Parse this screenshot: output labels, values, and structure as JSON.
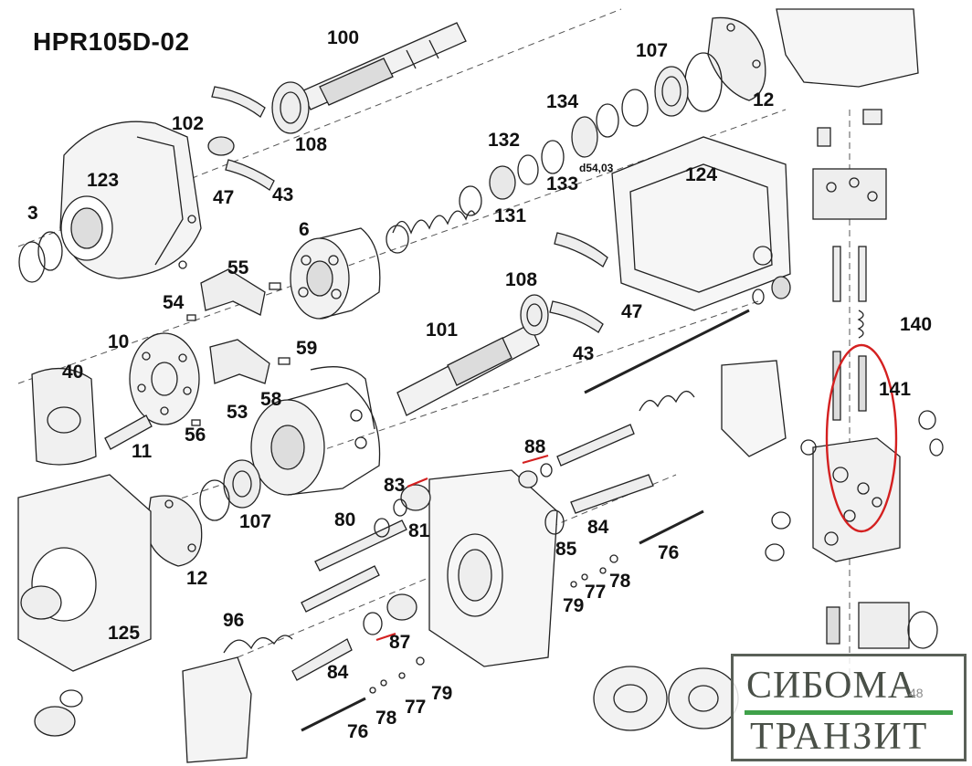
{
  "title": "HPR105D-02",
  "labels": [
    {
      "id": "100",
      "text": "100"
    },
    {
      "id": "107a",
      "text": "107"
    },
    {
      "id": "12a",
      "text": "12"
    },
    {
      "id": "102",
      "text": "102"
    },
    {
      "id": "108a",
      "text": "108"
    },
    {
      "id": "134",
      "text": "134"
    },
    {
      "id": "132",
      "text": "132"
    },
    {
      "id": "d54",
      "text": "d54,03"
    },
    {
      "id": "133",
      "text": "133"
    },
    {
      "id": "123",
      "text": "123"
    },
    {
      "id": "47a",
      "text": "47"
    },
    {
      "id": "43a",
      "text": "43"
    },
    {
      "id": "124",
      "text": "124"
    },
    {
      "id": "3",
      "text": "3"
    },
    {
      "id": "131",
      "text": "131"
    },
    {
      "id": "6",
      "text": "6"
    },
    {
      "id": "55",
      "text": "55"
    },
    {
      "id": "54",
      "text": "54"
    },
    {
      "id": "108b",
      "text": "108"
    },
    {
      "id": "47b",
      "text": "47"
    },
    {
      "id": "140",
      "text": "140"
    },
    {
      "id": "10",
      "text": "10"
    },
    {
      "id": "101",
      "text": "101"
    },
    {
      "id": "59",
      "text": "59"
    },
    {
      "id": "43b",
      "text": "43"
    },
    {
      "id": "40",
      "text": "40"
    },
    {
      "id": "58",
      "text": "58"
    },
    {
      "id": "53",
      "text": "53"
    },
    {
      "id": "141",
      "text": "141"
    },
    {
      "id": "56",
      "text": "56"
    },
    {
      "id": "11",
      "text": "11"
    },
    {
      "id": "88",
      "text": "88"
    },
    {
      "id": "83",
      "text": "83"
    },
    {
      "id": "107b",
      "text": "107"
    },
    {
      "id": "80",
      "text": "80"
    },
    {
      "id": "81",
      "text": "81"
    },
    {
      "id": "84a",
      "text": "84"
    },
    {
      "id": "85",
      "text": "85"
    },
    {
      "id": "76a",
      "text": "76"
    },
    {
      "id": "12b",
      "text": "12"
    },
    {
      "id": "78a",
      "text": "78"
    },
    {
      "id": "77a",
      "text": "77"
    },
    {
      "id": "79a",
      "text": "79"
    },
    {
      "id": "96",
      "text": "96"
    },
    {
      "id": "125",
      "text": "125"
    },
    {
      "id": "87",
      "text": "87"
    },
    {
      "id": "84b",
      "text": "84"
    },
    {
      "id": "77b",
      "text": "77"
    },
    {
      "id": "79b",
      "text": "79"
    },
    {
      "id": "78b",
      "text": "78"
    },
    {
      "id": "76b",
      "text": "76"
    }
  ],
  "stamp": {
    "line1": "СИБОМА",
    "line2": "ТРАНЗИТ",
    "page": "48"
  },
  "colors": {
    "ink": "#222222",
    "highlight": "#d42020",
    "stamp_bar": "#3fa14a"
  }
}
